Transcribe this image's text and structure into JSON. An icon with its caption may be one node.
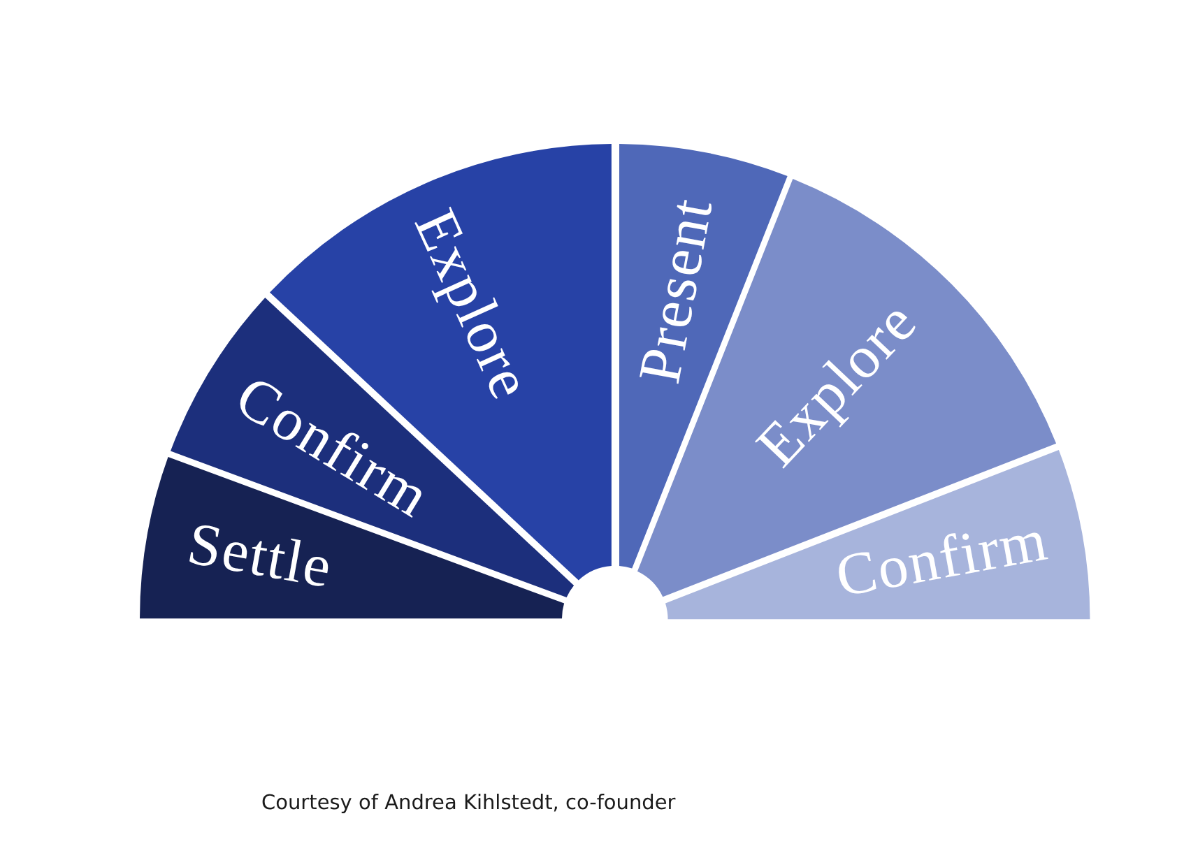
{
  "diagram": {
    "nodes": [
      {
        "text": [
          "Settle"
        ]
      },
      {
        "text": [
          "Confirm"
        ]
      },
      {
        "text": [
          "Explore"
        ]
      },
      {
        "text": [
          "Present"
        ]
      },
      {
        "text": [
          "Explore"
        ]
      },
      {
        "text": [
          "Confirm"
        ]
      }
    ],
    "caption": "Courtesy of Andrea Kihlstedt, co-founder"
  }
}
